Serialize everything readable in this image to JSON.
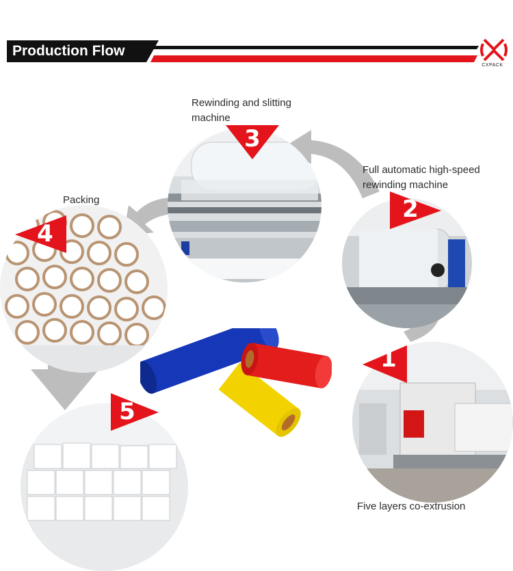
{
  "header": {
    "title": "Production Flow",
    "logo_text": "CXPACK",
    "accent": "#e3141b"
  },
  "steps": [
    {
      "number": "1",
      "label": "Five layers co-extrusion"
    },
    {
      "number": "2",
      "label_line1": "Full automatic high-speed",
      "label_line2": "rewinding machine"
    },
    {
      "number": "3",
      "label_line1": "Rewinding and slitting",
      "label_line2": "machine"
    },
    {
      "number": "4",
      "label": "Packing"
    },
    {
      "number": "5",
      "label": ""
    }
  ],
  "product_colors": {
    "blue": "#1537b8",
    "red": "#e31c1c",
    "yellow": "#f2d200"
  },
  "watermark_icon": "cxpack-logo-icon"
}
